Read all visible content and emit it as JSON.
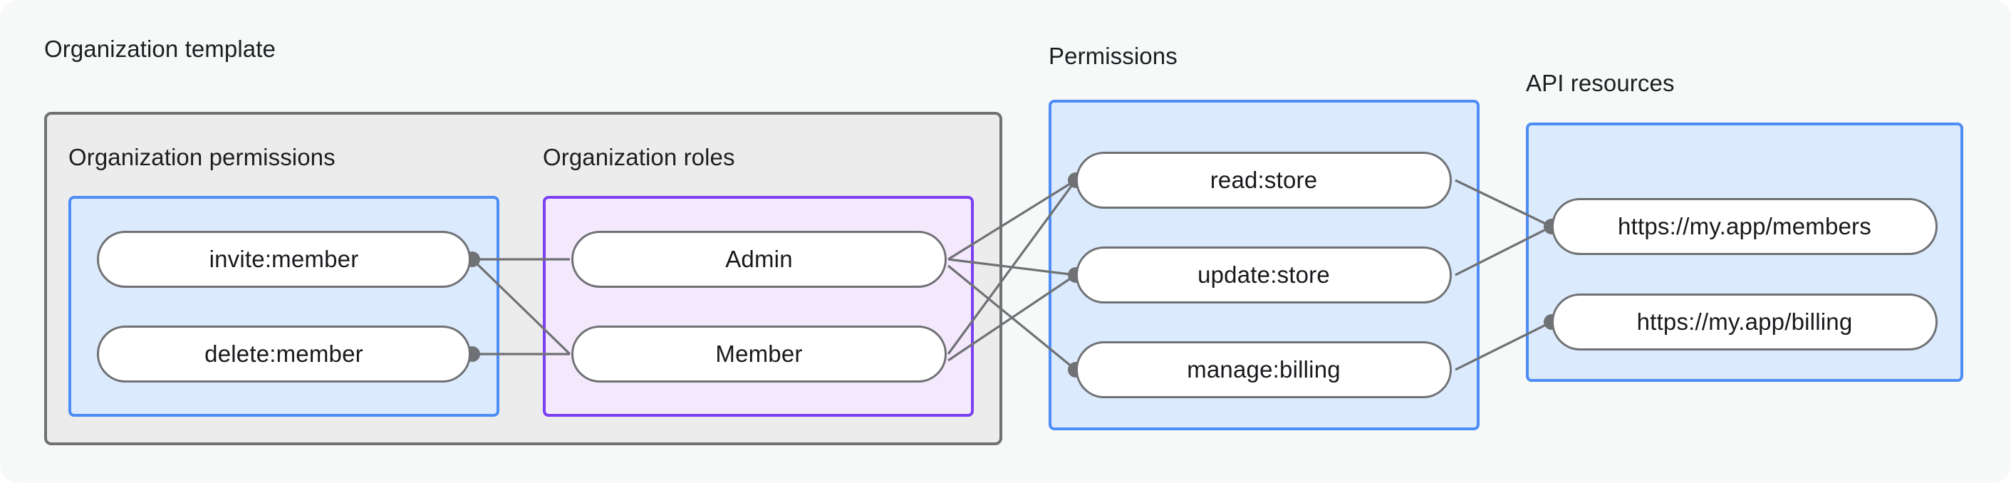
{
  "diagram": {
    "title_visible": false,
    "background_color": "#f7f8f8",
    "node_border_color": "#6f7174",
    "edge_color": "#6f7174",
    "groups": {
      "organization_template": {
        "caption": "Organization template",
        "fill": "#ececec",
        "border": "#6f7174"
      },
      "organization_permissions": {
        "caption": "Organization permissions",
        "fill": "#dceafd",
        "border": "#4d8df5",
        "nodes": [
          {
            "label": "invite:member"
          },
          {
            "label": "delete:member"
          }
        ]
      },
      "organization_roles": {
        "caption": "Organization roles",
        "fill": "#f4e8fd",
        "border": "#7b3ff2",
        "nodes": [
          {
            "label": "Admin"
          },
          {
            "label": "Member"
          }
        ]
      },
      "permissions": {
        "caption": "Permissions",
        "fill": "#dceafd",
        "border": "#4d8df5",
        "nodes": [
          {
            "label": "read:store"
          },
          {
            "label": "update:store"
          },
          {
            "label": "manage:billing"
          }
        ]
      },
      "api_resources": {
        "caption": "API resources",
        "fill": "#dceafd",
        "border": "#4d8df5",
        "nodes": [
          {
            "label": "https://my.app/members"
          },
          {
            "label": "https://my.app/billing"
          }
        ]
      }
    },
    "edges": [
      {
        "from": "invite:member",
        "to": "Admin"
      },
      {
        "from": "invite:member",
        "to": "Member"
      },
      {
        "from": "delete:member",
        "to": "Member"
      },
      {
        "from": "Admin",
        "to": "read:store"
      },
      {
        "from": "Admin",
        "to": "update:store"
      },
      {
        "from": "Admin",
        "to": "manage:billing"
      },
      {
        "from": "Member",
        "to": "read:store"
      },
      {
        "from": "Member",
        "to": "update:store"
      },
      {
        "from": "read:store",
        "to": "https://my.app/members"
      },
      {
        "from": "update:store",
        "to": "https://my.app/members"
      },
      {
        "from": "manage:billing",
        "to": "https://my.app/billing"
      }
    ]
  }
}
